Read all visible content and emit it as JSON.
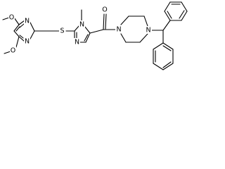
{
  "diagram_type": "skeletal structural formula",
  "atoms": {
    "o_top": "O",
    "o_bottom": "O",
    "n_pyr_1": "N",
    "n_pyr_2": "N",
    "s_thio": "S",
    "n_imid_1": "N",
    "n_imid_2": "N",
    "o_carbonyl": "O",
    "n_pip_1": "N",
    "n_pip_2": "N"
  },
  "colors": {
    "bond": "#000000",
    "label": "#000000",
    "background": "#ffffff"
  }
}
